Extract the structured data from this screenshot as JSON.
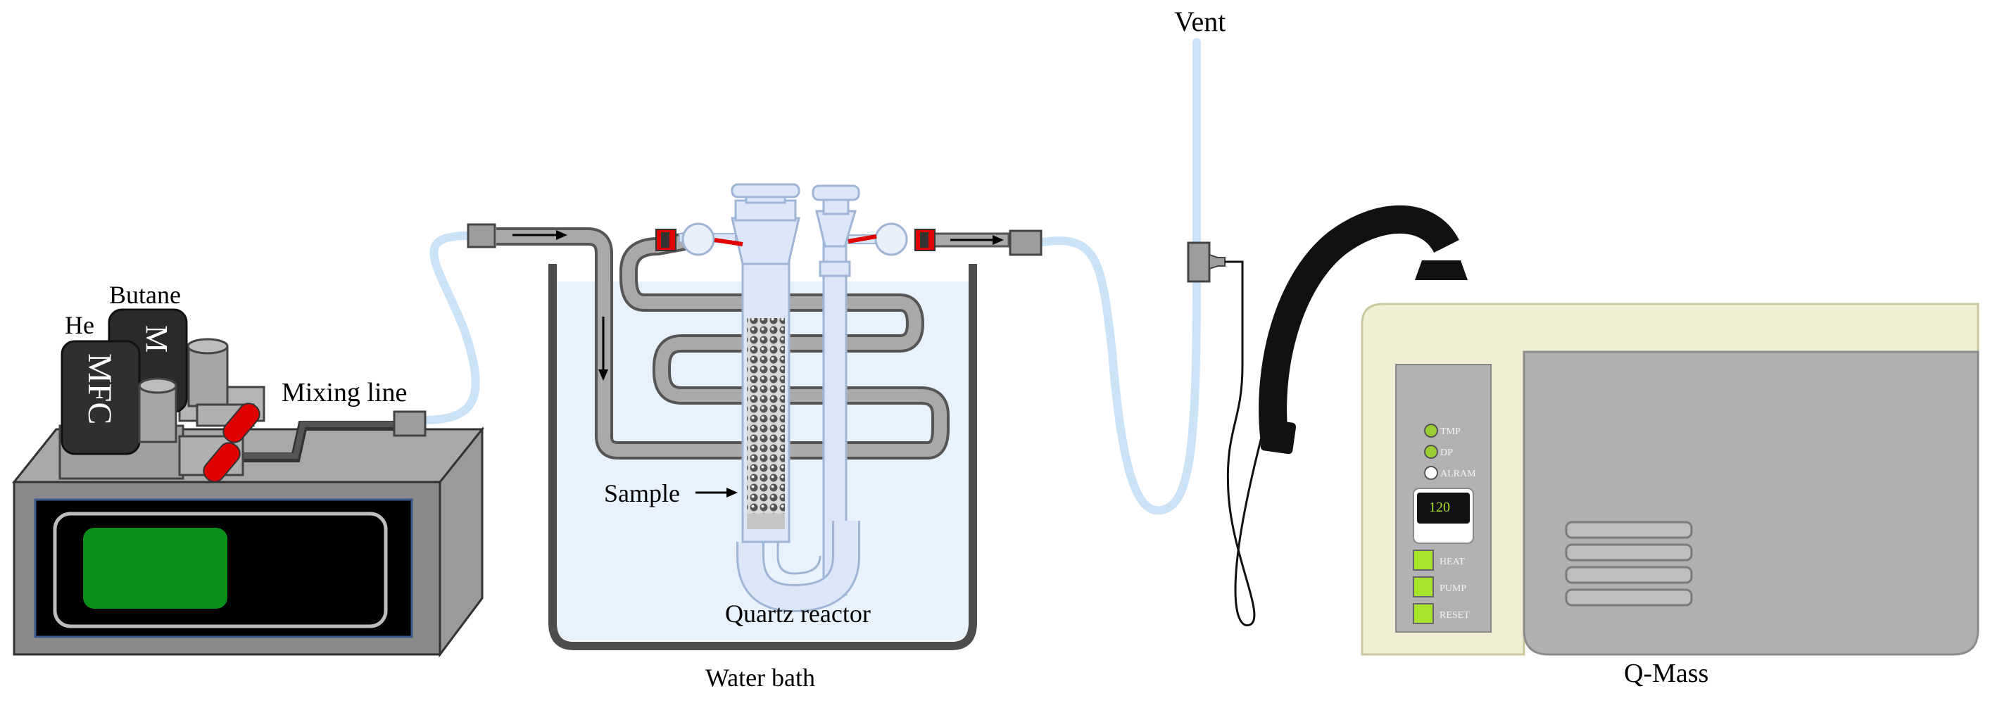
{
  "labels": {
    "vent": "Vent",
    "butane": "Butane",
    "he": "He",
    "mfc_front": "MFC",
    "mfc_back": "M",
    "mixing_line": "Mixing line",
    "sample": "Sample",
    "quartz_reactor": "Quartz reactor",
    "water_bath": "Water bath",
    "q_mass": "Q-Mass"
  },
  "qmass_panel": {
    "indicators": [
      {
        "label": "TMP",
        "color": "#9acd32"
      },
      {
        "label": "DP",
        "color": "#9acd32"
      },
      {
        "label": "ALRAM",
        "color": "#ffffff"
      }
    ],
    "display_value": "120",
    "buttons": [
      "HEAT",
      "PUMP",
      "RESET"
    ]
  },
  "colors": {
    "tube_light_blue": "#cce3f7",
    "steel_tube": "#a9a9a9",
    "valve_red": "#e00000",
    "display_green": "#0a8f1a",
    "button_green": "#a6e22e",
    "qmass_beige": "#f0efd3",
    "qmass_gray": "#b0b0b0",
    "water": "#e8f2fc"
  }
}
